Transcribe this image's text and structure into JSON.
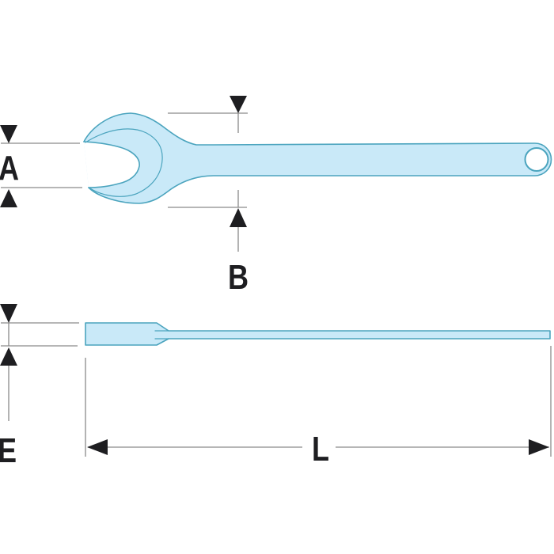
{
  "diagram": {
    "dimension_labels": {
      "jaw_opening": "A",
      "head_width": "B",
      "handle_thickness": "E",
      "overall_length": "L"
    },
    "colors": {
      "background": "#ffffff",
      "wrench-fill": "#c9e9f8",
      "wrench-stroke": "#4ba4be",
      "dim-line": "#8a8a8a",
      "dim-arrow": "#1e1e21",
      "label-text": "#1e1e21"
    }
  }
}
